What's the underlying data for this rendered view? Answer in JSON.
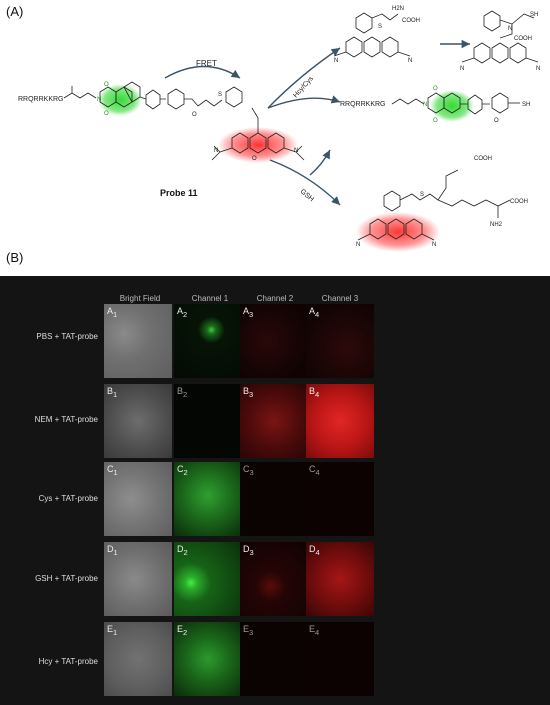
{
  "labels": {
    "panel_a": "(A)",
    "panel_b": "(B)",
    "fret": "FRET",
    "hcy_cys": "Hcy/Cys",
    "gsh": "GSH",
    "probe": "Probe 11",
    "peptide": "RRQRRKKRG",
    "peptide2": "RRQRRKKRG",
    "cooh": "COOH",
    "nh2": "NH2",
    "h2n": "H2N",
    "sh": "SH",
    "sh2": "SH",
    "s": "S",
    "n": "N",
    "o": "O"
  },
  "columns": [
    "Bright Field",
    "Channel 1",
    "Channel 2",
    "Channel 3"
  ],
  "rows": [
    {
      "label": "PBS + TAT-probe",
      "letter": "A"
    },
    {
      "label": "NEM + TAT-probe",
      "letter": "B"
    },
    {
      "label": "Cys + TAT-probe",
      "letter": "C"
    },
    {
      "label": "GSH + TAT-probe",
      "letter": "D"
    },
    {
      "label": "Hcy + TAT-probe",
      "letter": "E"
    }
  ],
  "subscripts": [
    "1",
    "2",
    "3",
    "4"
  ],
  "colors": {
    "green": "#1fd61f",
    "red": "#e21f1f",
    "arrow": "#3a5468"
  }
}
